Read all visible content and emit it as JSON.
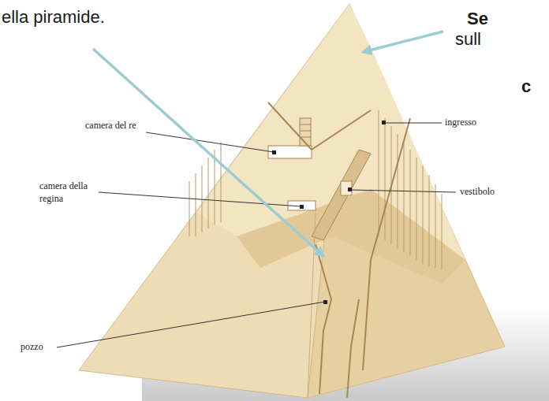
{
  "diagram": {
    "labels": [
      "ella piramide.",
      "Se",
      "sull",
      "c",
      "camera del re",
      "ingresso",
      "camera della regina",
      "vestibolo",
      "pozzo"
    ]
  }
}
